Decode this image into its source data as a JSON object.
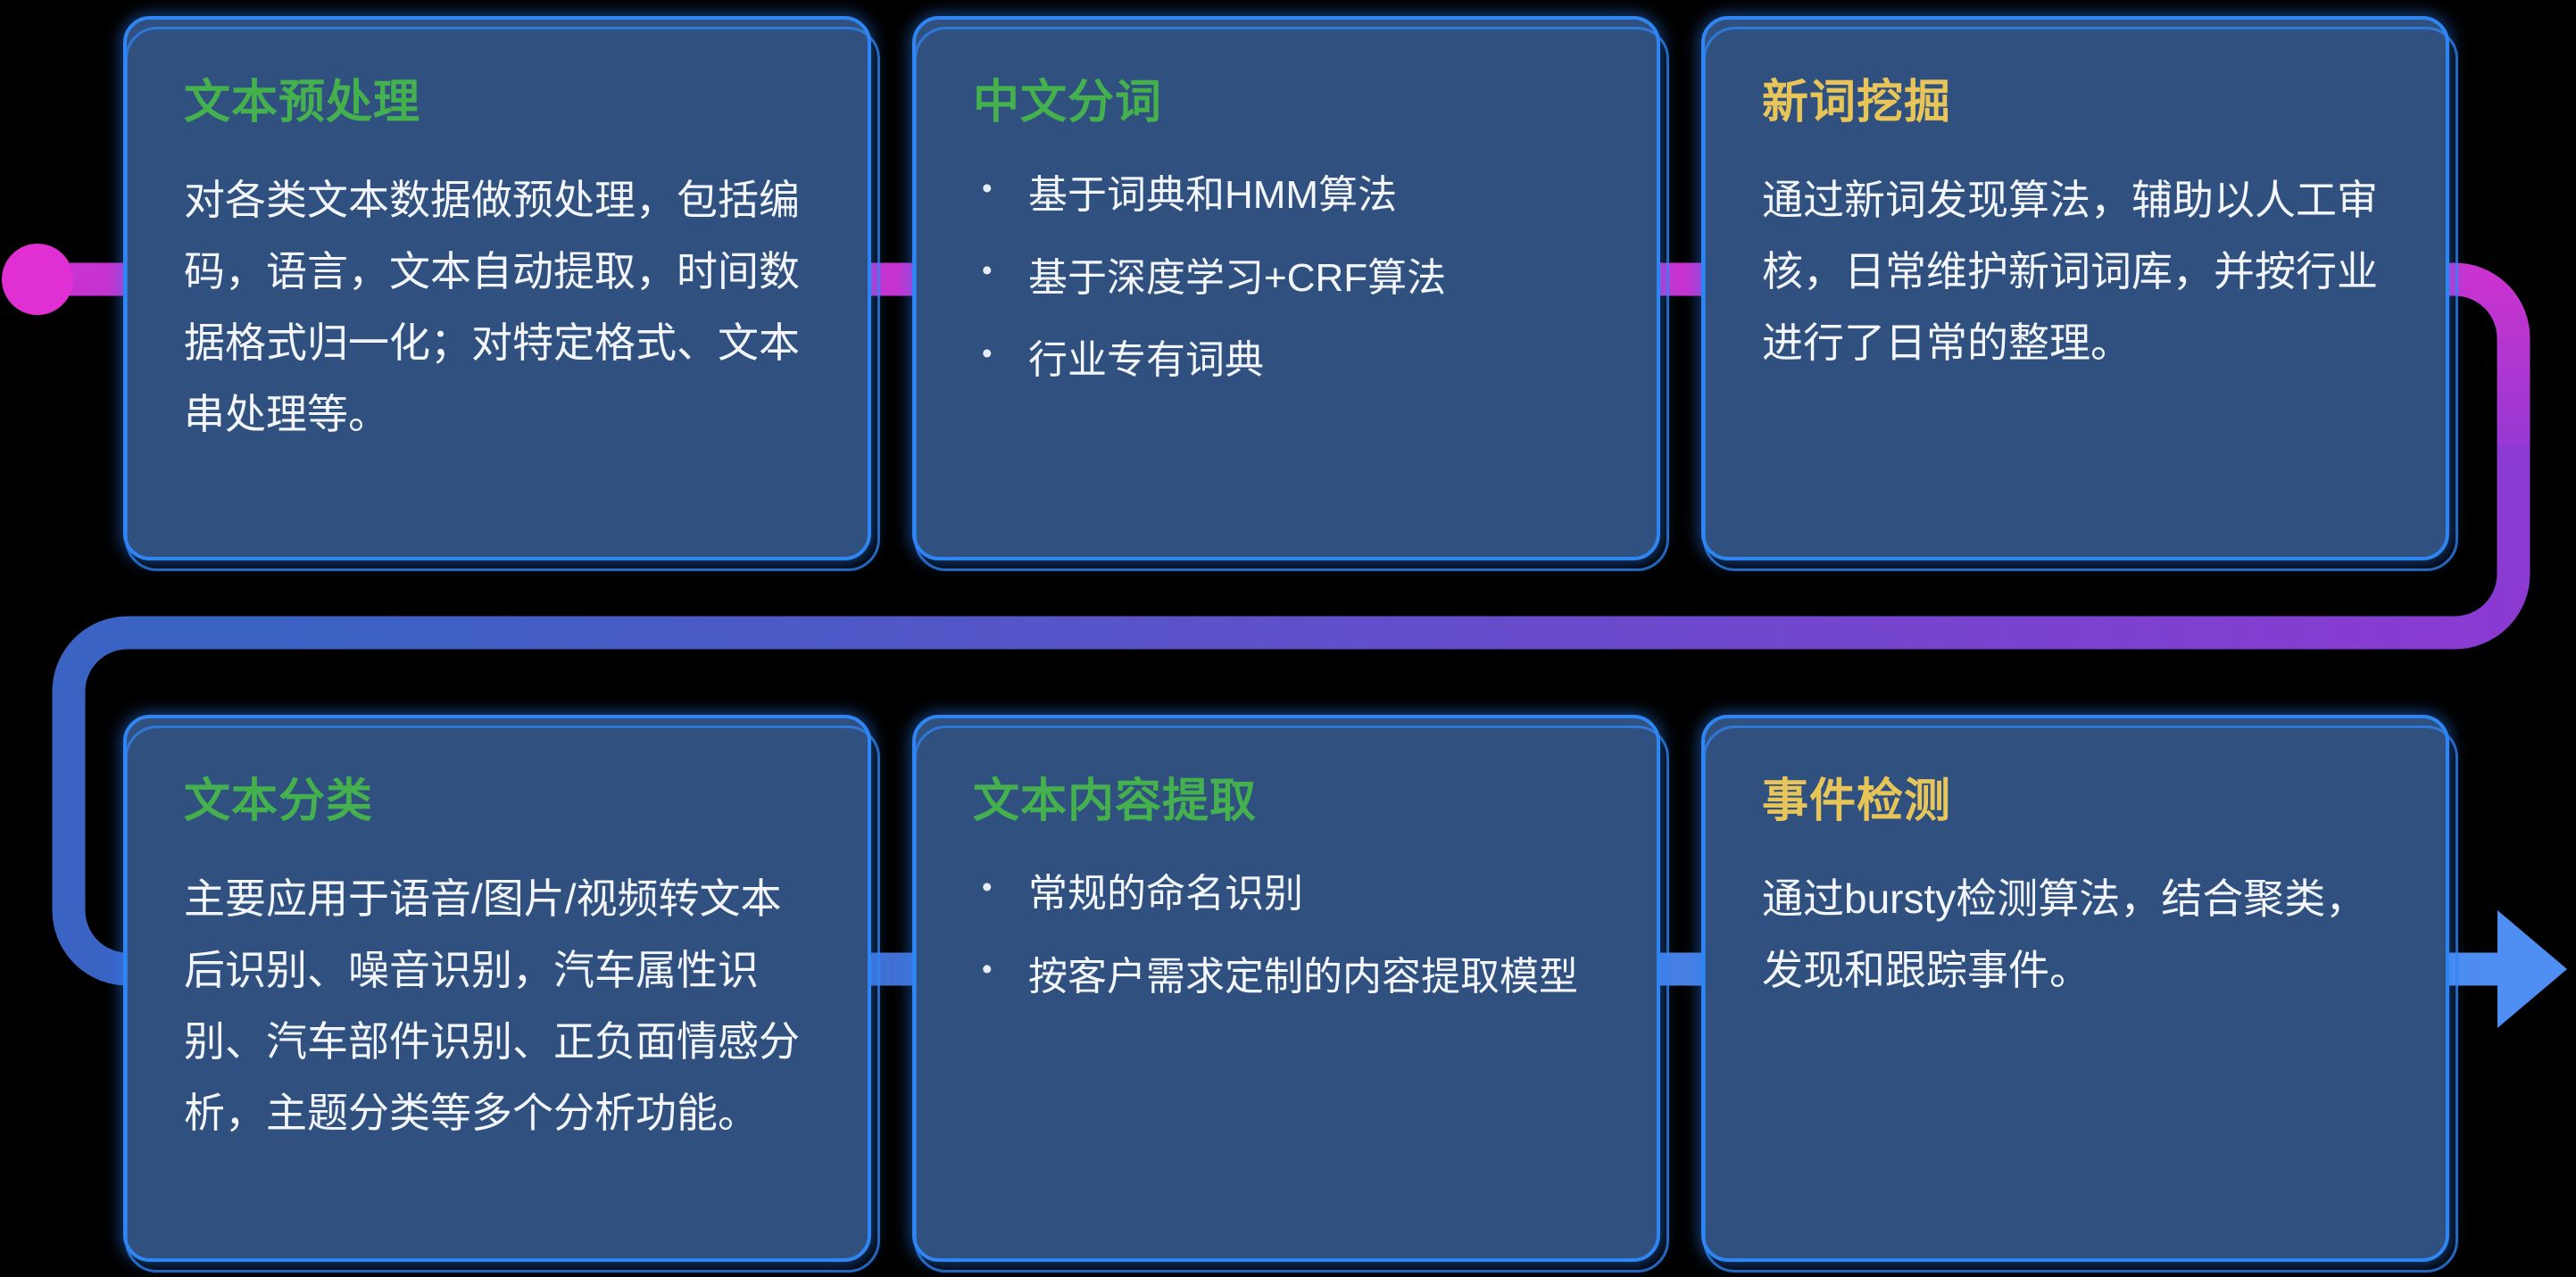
{
  "connector": {
    "dot_color": "#e02fd2",
    "magenta": "#c933d0",
    "purple": "#8b3ad2",
    "blue": "#3a63c4",
    "arrow_blue": "#4f8ef2"
  },
  "title_colors": {
    "green": "#45b04e",
    "yellow": "#e8c558"
  },
  "card_border_color": "#2f85f2",
  "card_background_color": "#30517f",
  "cards": [
    {
      "title": "文本预处理",
      "body": "对各类文本数据做预处理，包括编码，语言，文本自动提取，时间数据格式归一化；对特定格式、文本串处理等。"
    },
    {
      "title": "中文分词",
      "bullets": [
        "基于词典和HMM算法",
        "基于深度学习+CRF算法",
        "行业专有词典"
      ]
    },
    {
      "title": "新词挖掘",
      "body": "通过新词发现算法，辅助以人工审核，日常维护新词词库，并按行业进行了日常的整理。"
    },
    {
      "title": "文本分类",
      "body": "主要应用于语音/图片/视频转文本后识别、噪音识别，汽车属性识别、汽车部件识别、正负面情感分析，主题分类等多个分析功能。"
    },
    {
      "title": "文本内容提取",
      "bullets": [
        "常规的命名识别",
        "按客户需求定制的内容提取模型"
      ]
    },
    {
      "title": "事件检测",
      "body": "通过bursty检测算法，结合聚类，发现和跟踪事件。"
    }
  ]
}
